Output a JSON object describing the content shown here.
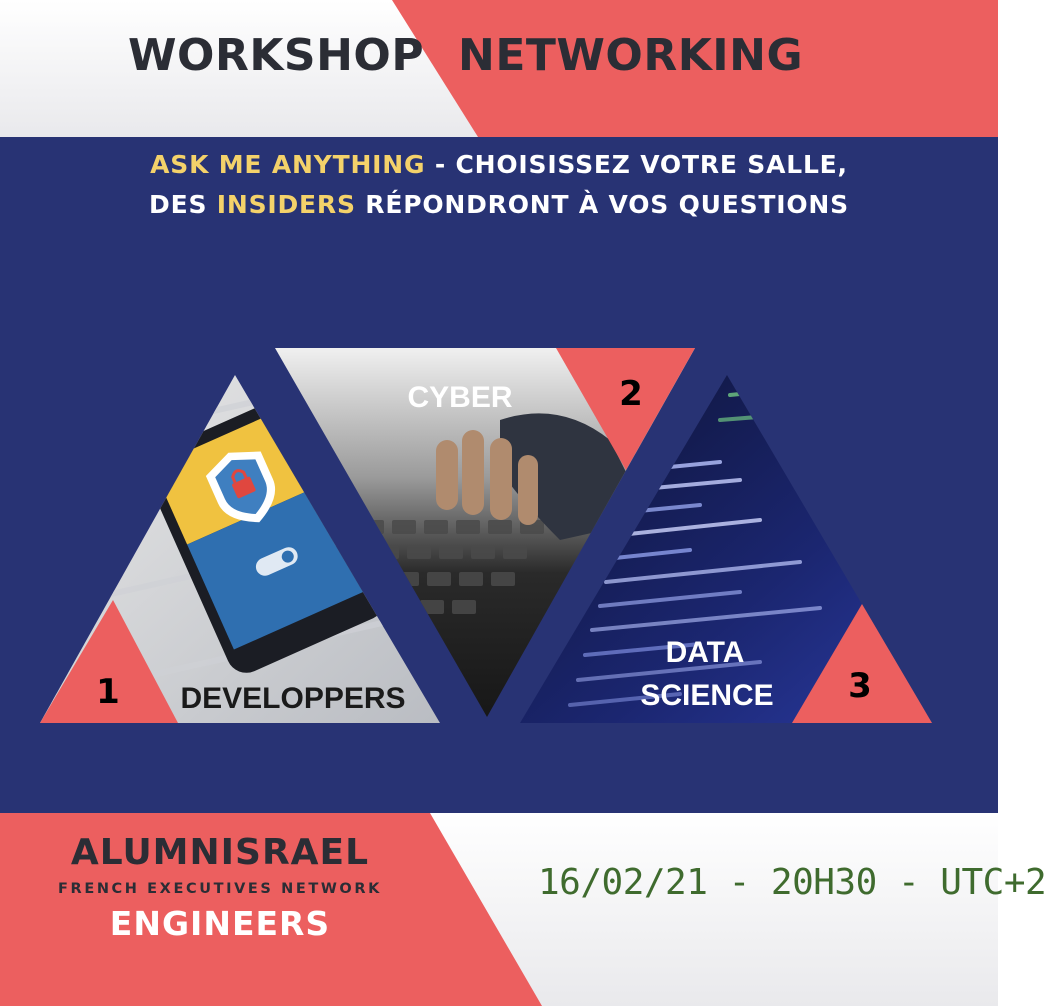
{
  "header": {
    "title_left": "WORKSHOP",
    "title_right": "NETWORKING"
  },
  "subtitle": {
    "line1_highlight": "ASK ME ANYTHING",
    "line1_rest": " - CHOISISSEZ VOTRE SALLE,",
    "line2_start": "DES ",
    "line2_highlight": "INSIDERS",
    "line2_rest": " RÉPONDRONT À VOS QUESTIONS"
  },
  "rooms": [
    {
      "number": "1",
      "label": "DEVELOPPERS"
    },
    {
      "number": "2",
      "label": "CYBER"
    },
    {
      "number": "3",
      "label_line1": "DATA",
      "label_line2": "SCIENCE"
    }
  ],
  "footer": {
    "org_name": "ALUMNISRAEL",
    "org_tagline": "FRENCH EXECUTIVES NETWORK",
    "org_group": "ENGINEERS",
    "date": "16/02/21 - 20H30 - UTC+2"
  },
  "colors": {
    "navy": "#283374",
    "coral": "#ec5f5f",
    "white": "#ffffff",
    "dark_text": "#2b2d35",
    "highlight": "#f4d26a",
    "date_green": "#3f6b2e"
  }
}
